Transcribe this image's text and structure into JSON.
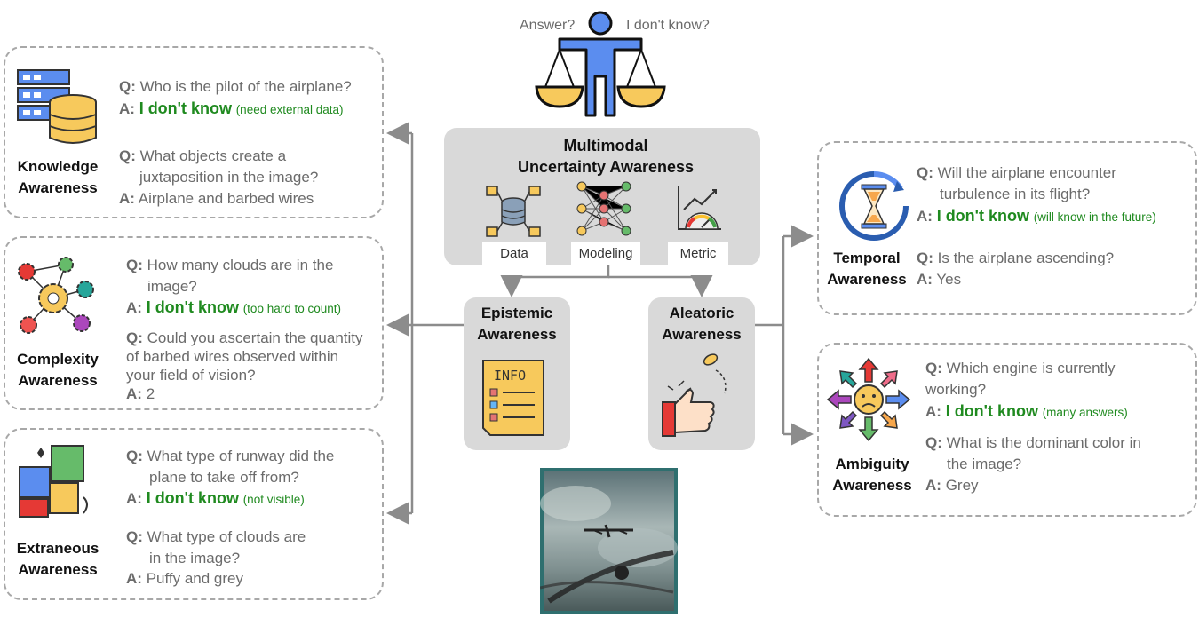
{
  "top": {
    "answer": "Answer?",
    "dontknow": "I don't know?"
  },
  "center": {
    "title_line1": "Multimodal",
    "title_line2": "Uncertainty Awareness",
    "items": [
      "Data",
      "Modeling",
      "Metric"
    ],
    "epistemic": [
      "Epistemic",
      "Awareness"
    ],
    "aleatoric": [
      "Aleatoric",
      "Awareness"
    ],
    "info_label": "INFO"
  },
  "knowledge": {
    "label": [
      "Knowledge",
      "Awareness"
    ],
    "q1": "Who is the pilot of the airplane?",
    "a1": "I don't know",
    "a1_note": "(need external data)",
    "q2a": "What objects create a",
    "q2b": "juxtaposition in the image?",
    "a2": "Airplane and barbed wires"
  },
  "complexity": {
    "label": [
      "Complexity",
      "Awareness"
    ],
    "q1a": "How many clouds are in the",
    "q1b": "image?",
    "a1": "I don't know",
    "a1_note": "(too hard to count)",
    "q2a": "Could you ascertain the quantity",
    "q2b": "of barbed wires observed within",
    "q2c": "your field of vision?",
    "a2": "2"
  },
  "extraneous": {
    "label": [
      "Extraneous",
      "Awareness"
    ],
    "q1a": "What type of runway did the",
    "q1b": "plane to take off from?",
    "a1": "I don't know",
    "a1_note": "(not visible)",
    "q2a": "What type of clouds are",
    "q2b": "in the image?",
    "a2": "Puffy and grey"
  },
  "temporal": {
    "label": [
      "Temporal",
      "Awareness"
    ],
    "q1a": "Will the airplane encounter",
    "q1b": "turbulence in its flight?",
    "a1": "I don't know",
    "a1_note": "(will know in the future)",
    "q2": "Is the airplane ascending?",
    "a2": "Yes"
  },
  "ambiguity": {
    "label": [
      "Ambiguity",
      "Awareness"
    ],
    "q1a": "Which engine is currently",
    "q1b": "working?",
    "a1": "I don't know",
    "a1_note": "(many answers)",
    "q2a": "What is the dominant color in",
    "q2b": "the image?",
    "a2": "Grey"
  },
  "prefix": {
    "q": "Q:",
    "a": "A:"
  },
  "colors": {
    "green": "#1f8a1f",
    "gray_box": "#d9d9d9",
    "dash": "#a8a8a8",
    "blue_person": "#5b8def",
    "scale_yellow": "#f7c95c"
  }
}
